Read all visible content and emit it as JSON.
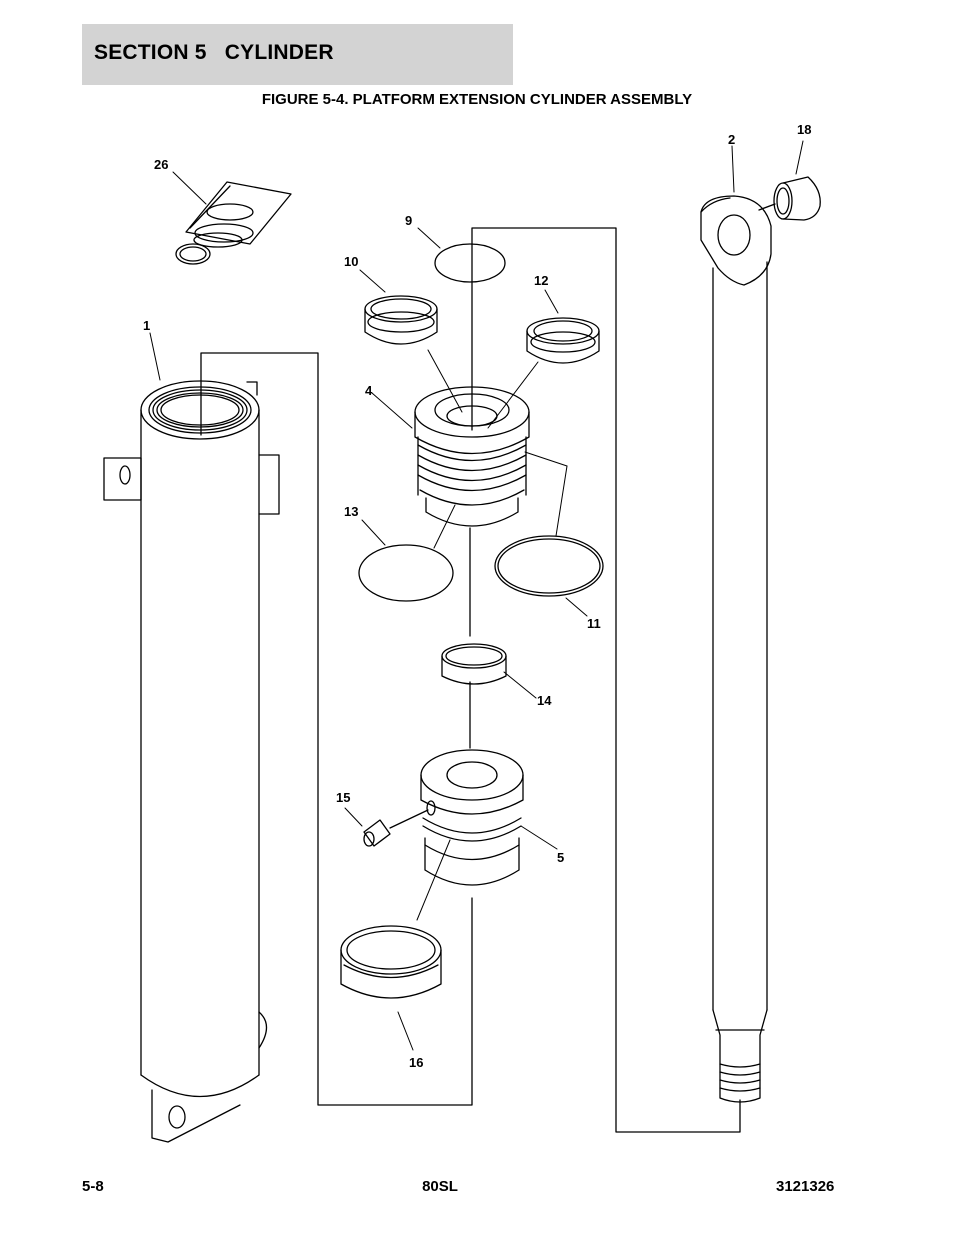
{
  "header": {
    "section": "SECTION 5   CYLINDER",
    "figure_title": "FIGURE 5-4. PLATFORM EXTENSION CYLINDER ASSEMBLY"
  },
  "callouts": {
    "c1": "1",
    "c2": "2",
    "c4": "4",
    "c5": "5",
    "c9": "9",
    "c10": "10",
    "c11": "11",
    "c12": "12",
    "c13": "13",
    "c14": "14",
    "c15": "15",
    "c16": "16",
    "c18": "18",
    "c26": "26"
  },
  "footer": {
    "page": "5-8",
    "model": "80SL",
    "doc_number": "3121326"
  }
}
